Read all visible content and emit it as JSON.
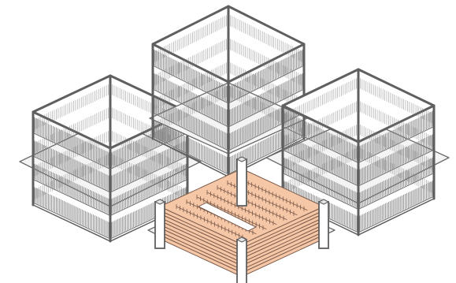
{
  "scene": {
    "palette": {
      "background": "#ffffff",
      "pad_fill": "#f4f4f4",
      "pad_stroke": "#6b6b6b",
      "frame_stroke": "#5f5f5f",
      "rack_stroke": "#7a7a7a",
      "highlight_fill": "#f6c7a6",
      "highlight_stroke": "#7a5a4a"
    },
    "structures": [
      {
        "id": "back",
        "kind": "wireframe-building",
        "floors": 4
      },
      {
        "id": "left",
        "kind": "wireframe-building",
        "floors": 4
      },
      {
        "id": "right",
        "kind": "wireframe-building",
        "floors": 4
      },
      {
        "id": "front",
        "kind": "stacked-platform-highlighted",
        "floors": 5
      }
    ]
  }
}
